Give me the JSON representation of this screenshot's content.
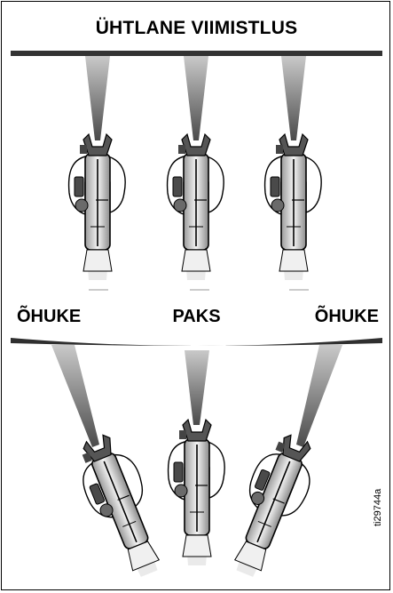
{
  "title": "ÜHTLANE VIIMISTLUS",
  "labels": {
    "left": "ÕHUKE",
    "center": "PAKS",
    "right": "ÕHUKE"
  },
  "doc_id": "ti29744a",
  "colors": {
    "ink": "#000000",
    "bar": "#2f2f2f",
    "spray": "#8a8a8a"
  }
}
